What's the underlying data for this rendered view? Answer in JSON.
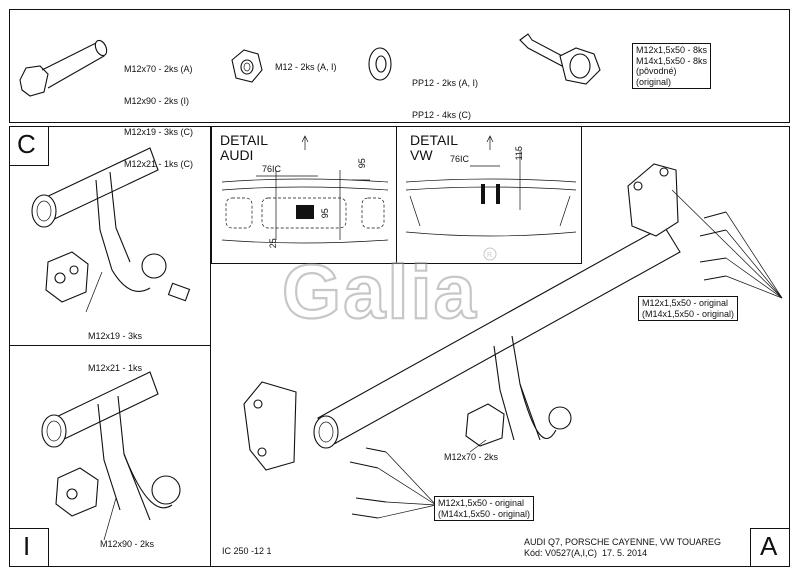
{
  "hardware": {
    "bolt_lines": [
      "M12x70 - 2ks (A)",
      "M12x90 - 2ks (I)",
      "M12x19 - 3ks (C)",
      "M12x21 - 1ks (C)"
    ],
    "nut_label": "M12 - 2ks (A, I)",
    "washer_lines": [
      "PP12 - 2ks (A, I)",
      "PP12 - 4ks (C)"
    ],
    "flange_bolt_lines": [
      "M12x1,5x50 - 8ks",
      "M14x1,5x50 - 8ks",
      "(pôvodné)",
      "(original)"
    ]
  },
  "panels": {
    "c_letter": "C",
    "c_callouts": [
      "M12x19 - 3ks",
      "M12x21 - 1ks"
    ],
    "i_letter": "I",
    "i_callout": "M12x90 - 2ks",
    "a_letter": "A"
  },
  "details": {
    "audi": {
      "title_lines": [
        "DETAIL",
        "AUDI"
      ],
      "dim_76": "76IC",
      "dim_95a": "95",
      "dim_95b": "95",
      "dim_25": "25"
    },
    "vw": {
      "title_lines": [
        "DETAIL",
        "VW"
      ],
      "dim_76": "76IC",
      "dim_115": "115"
    }
  },
  "main_callouts": {
    "right_flange": [
      "M12x1,5x50 - original",
      "(M14x1,5x50 - original)"
    ],
    "left_flange": [
      "M12x1,5x50 - original",
      "(M14x1,5x50 - original)"
    ],
    "bracket_bolts": "M12x70 - 2ks"
  },
  "watermark": {
    "brand": "Galia",
    "reg": "R"
  },
  "footer": {
    "drawing_code": "IC 250 -12 1",
    "vehicles": "AUDI Q7, PORSCHE CAYENNE, VW TOUAREG",
    "code_line": "Kód: V0527(A,I,C)  17. 5. 2014"
  }
}
